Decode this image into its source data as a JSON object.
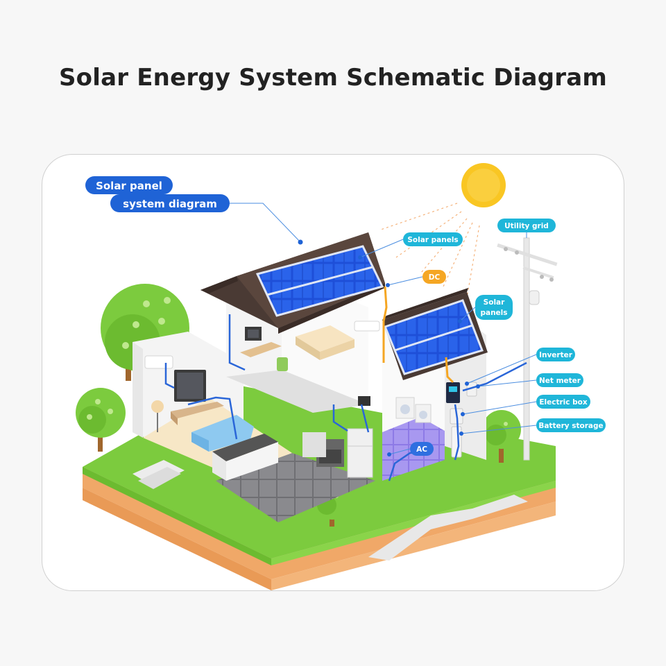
{
  "page": {
    "title": "Solar Energy System Schematic Diagram"
  },
  "heading": {
    "line1": "Solar panel",
    "line2": "system diagram"
  },
  "labels": {
    "solar_panels_main": "Solar panels",
    "dc": "DC",
    "solar_panels_small_1": "Solar",
    "solar_panels_small_2": "panels",
    "utility_grid": "Utility grid",
    "inverter": "Inverter",
    "net_meter": "Net meter",
    "electric_box": "Electric box",
    "battery_storage": "Battery storage",
    "ac": "AC"
  },
  "colors": {
    "heading_pill": "#1f63d6",
    "label_pill": "#1fb6d9",
    "dc_pill": "#f5a623",
    "ac_pill": "#2f6fe0",
    "sun": "#f9c623",
    "grass": "#7ccb3e",
    "soil": "#f0a868",
    "roof": "#4a3a34",
    "panel": "#1e4fd8",
    "wire_dc": "#f5a623",
    "wire_ac": "#2a66d8"
  }
}
